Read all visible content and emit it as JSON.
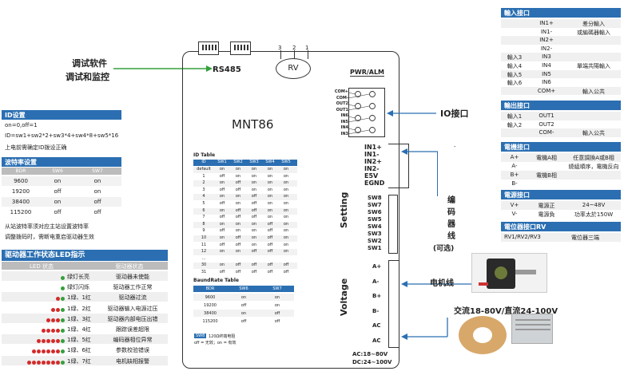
{
  "left_title1": "调试软件",
  "left_title2": "调试和监控",
  "rs485": "RS485",
  "rv": "RV",
  "rv_pins": [
    "3",
    "2",
    "1"
  ],
  "pwr_alm": "PWR/ALM",
  "model": "MNT86",
  "io_label": "IO接口",
  "dash": "-",
  "com_pins": [
    "COM+",
    "COM-",
    "OUT2",
    "OUT1",
    "IN6",
    "IN5",
    "IN4",
    "IN3"
  ],
  "in_pins": [
    "IN1+",
    "IN1-",
    "IN2+",
    "IN2-",
    "E5V",
    "EGND"
  ],
  "encoder": [
    "编",
    "码",
    "器",
    "线",
    "(可选)"
  ],
  "setting": "Setting",
  "sw_pins": [
    "SW8",
    "SW7",
    "SW6",
    "SW5",
    "SW4",
    "SW3",
    "SW2",
    "SW1"
  ],
  "voltage": "Voltage",
  "motor_pins": [
    "A+",
    "A-",
    "B+",
    "B-",
    "AC",
    "AC"
  ],
  "voltage_range1": "AC:18~80V",
  "voltage_range2": "DC:24~100V",
  "motor_line": "电机线",
  "power_label": "交流18-80V/直流24-100V",
  "id_table": {
    "title": "ID Table",
    "headers": [
      "ID",
      "SW1",
      "SW2",
      "SW3",
      "SW4",
      "SW5"
    ],
    "rows": [
      [
        "default",
        "on",
        "on",
        "on",
        "on",
        "on"
      ],
      [
        "1",
        "off",
        "on",
        "on",
        "on",
        "on"
      ],
      [
        "2",
        "on",
        "off",
        "on",
        "on",
        "on"
      ],
      [
        "3",
        "off",
        "off",
        "on",
        "on",
        "on"
      ],
      [
        "4",
        "on",
        "on",
        "off",
        "on",
        "on"
      ],
      [
        "5",
        "off",
        "on",
        "off",
        "on",
        "on"
      ],
      [
        "6",
        "on",
        "off",
        "off",
        "on",
        "on"
      ],
      [
        "7",
        "off",
        "off",
        "off",
        "on",
        "on"
      ],
      [
        "8",
        "on",
        "on",
        "on",
        "off",
        "on"
      ],
      [
        "9",
        "off",
        "on",
        "on",
        "off",
        "on"
      ],
      [
        "10",
        "on",
        "off",
        "on",
        "off",
        "on"
      ],
      [
        "11",
        "off",
        "off",
        "on",
        "off",
        "on"
      ],
      [
        "12",
        "on",
        "on",
        "off",
        "off",
        "on"
      ],
      [
        "...",
        "",
        "",
        "",
        "",
        ""
      ],
      [
        "30",
        "on",
        "off",
        "off",
        "off",
        "off"
      ],
      [
        "31",
        "off",
        "off",
        "off",
        "off",
        "off"
      ]
    ]
  },
  "baud_table": {
    "title": "BaundRate Table",
    "headers": [
      "BDR",
      "SW6",
      "SW7"
    ],
    "rows": [
      [
        "9600",
        "on",
        "on"
      ],
      [
        "19200",
        "off",
        "on"
      ],
      [
        "38400",
        "on",
        "off"
      ],
      [
        "115200",
        "off",
        "off"
      ]
    ]
  },
  "sw8_note1": "SW8",
  "sw8_note2": "120Ω终端电阻",
  "sw8_note3": "off = 无效；on = 有效",
  "id_settings": {
    "title": "ID设置",
    "line1": "on=0,off=1",
    "line2": "ID=sw1+sw2*2+sw3*4+sw4*8+sw5*16",
    "line3": "上电前需确定ID拨设正确"
  },
  "baud_settings": {
    "title": "波特率设置",
    "headers": [
      "BDR",
      "SW6",
      "SW7"
    ],
    "rows": [
      [
        "9600",
        "on",
        "on"
      ],
      [
        "19200",
        "off",
        "on"
      ],
      [
        "38400",
        "on",
        "off"
      ],
      [
        "115200",
        "off",
        "off"
      ]
    ],
    "note1": "从站波特率须对应主站设置波特率",
    "note2": "调整拨码时，需断电重启驱动器生效"
  },
  "led_table": {
    "title": "驱动器工作状态LED指示",
    "headers": [
      "LED 状态",
      "驱动器状态"
    ],
    "rows": [
      {
        "reds": 0,
        "greens": 1,
        "state": "绿灯长亮",
        "status": "驱动器未使能"
      },
      {
        "reds": 0,
        "greens": 1,
        "state": "绿灯闪烁",
        "status": "驱动器工作正常"
      },
      {
        "reds": 1,
        "greens": 1,
        "state": "1绿、1红",
        "status": "驱动器过流"
      },
      {
        "reds": 2,
        "greens": 1,
        "state": "1绿、2红",
        "status": "驱动器输入电源过压"
      },
      {
        "reds": 3,
        "greens": 1,
        "state": "1绿、3红",
        "status": "驱动器内部电压出错"
      },
      {
        "reds": 4,
        "greens": 1,
        "state": "1绿、4红",
        "status": "跟踪误差超限"
      },
      {
        "reds": 5,
        "greens": 1,
        "state": "1绿、5红",
        "status": "编码器相位异常"
      },
      {
        "reds": 6,
        "greens": 1,
        "state": "1绿、6红",
        "status": "参数校验错误"
      },
      {
        "reds": 7,
        "greens": 1,
        "state": "1绿、7红",
        "status": "电机缺相报警"
      }
    ]
  },
  "right": {
    "input_title": "輸入接口",
    "input_rows": [
      {
        "a": "",
        "b": "IN1+",
        "c": "差分輸入"
      },
      {
        "a": "",
        "b": "IN1-",
        "c": "或編碼器輸入"
      },
      {
        "a": "",
        "b": "IN2+",
        "c": ""
      },
      {
        "a": "",
        "b": "IN2-",
        "c": ""
      },
      {
        "a": "輸入3",
        "b": "IN3",
        "c": ""
      },
      {
        "a": "輸入4",
        "b": "IN4",
        "c": "單端共陽輸入"
      },
      {
        "a": "輸入5",
        "b": "IN5",
        "c": ""
      },
      {
        "a": "輸入6",
        "b": "IN6",
        "c": ""
      },
      {
        "a": "",
        "b": "COM+",
        "c": "輸入公共"
      }
    ],
    "output_title": "輸出接口",
    "output_rows": [
      {
        "a": "輸入1",
        "b": "OUT1",
        "c": ""
      },
      {
        "a": "輸入2",
        "b": "OUT2",
        "c": ""
      },
      {
        "a": "",
        "b": "COM-",
        "c": "輸入公共"
      }
    ],
    "motor_title": "電機接口",
    "motor_rows": [
      {
        "a": "A+",
        "b": "電機A相",
        "c": "任意調換A或B相"
      },
      {
        "a": "A-",
        "b": "",
        "c": "繞組順序，電機反向"
      },
      {
        "a": "B+",
        "b": "電機B相",
        "c": ""
      },
      {
        "a": "B-",
        "b": "",
        "c": ""
      }
    ],
    "power_title": "電源接口",
    "power_rows": [
      {
        "a": "V+",
        "b": "電源正",
        "c": "24~48V"
      },
      {
        "a": "V-",
        "b": "電源負",
        "c": "功率太於150W"
      }
    ],
    "pot_title": "電位器接口RV",
    "pot_row": {
      "a": "RV1/RV2/RV3",
      "c": "電位器三端"
    }
  },
  "colors": {
    "accent": "#2b6fb2",
    "arrow": "#34a03a",
    "red": "#d42a2a",
    "green": "#34a03a"
  }
}
